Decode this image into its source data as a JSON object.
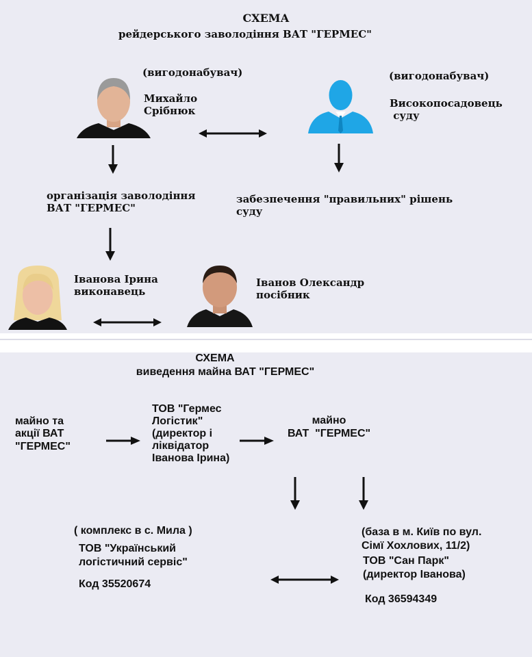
{
  "scheme1": {
    "title": "СХЕМА",
    "subtitle": "рейдерського заволодіння ВАТ \"ГЕРМЕС\"",
    "beneficiary_left_role": "(вигодонабувач)",
    "beneficiary_left_name": "Михайло\nСрібнюк",
    "beneficiary_right_role": "(вигодонабувач)",
    "beneficiary_right_name": "Високопосадовець\n суду",
    "action_left": "організація заволодіння\nВАТ \"ГЕРМЕС\"",
    "action_right": "забезпечення \"правильних\" рішень\nсуду",
    "executor": "Іванова Ірина\nвиконавець",
    "accomplice": "Іванов Олександр\nпосібник"
  },
  "scheme2": {
    "title": "СХЕМА",
    "subtitle": "виведення майна ВАТ \"ГЕРМЕС\"",
    "node_assets": "майно та\nакції ВАТ\n\"ГЕРМЕС\"",
    "node_logistic": "ТОВ \"Гермес\nЛогістик\"\n(директор і\nліквідатор\nІванова Ірина)",
    "node_property": "майно\nВАТ  \"ГЕРМЕС\"",
    "left_location": "( комплекс в с. Мила )",
    "left_company": "ТОВ \"Український\nлогістичний сервіс\"",
    "left_code": "Код 35520674",
    "right_location": "(база в м. Київ по вул.\nСімї Хохлових, 11/2)",
    "right_company": "ТОВ \"Сан Парк\"\n(директор Іванова)",
    "right_code": "Код 36594349"
  },
  "icons": {
    "photo_1": "person-photo-icon",
    "silhouette": "user-silhouette-icon",
    "photo_2": "person-photo-icon",
    "photo_3": "person-photo-icon"
  },
  "colors": {
    "panel_bg": "#ebebf3",
    "silhouette": "#1fa6e6",
    "text": "#111111"
  }
}
